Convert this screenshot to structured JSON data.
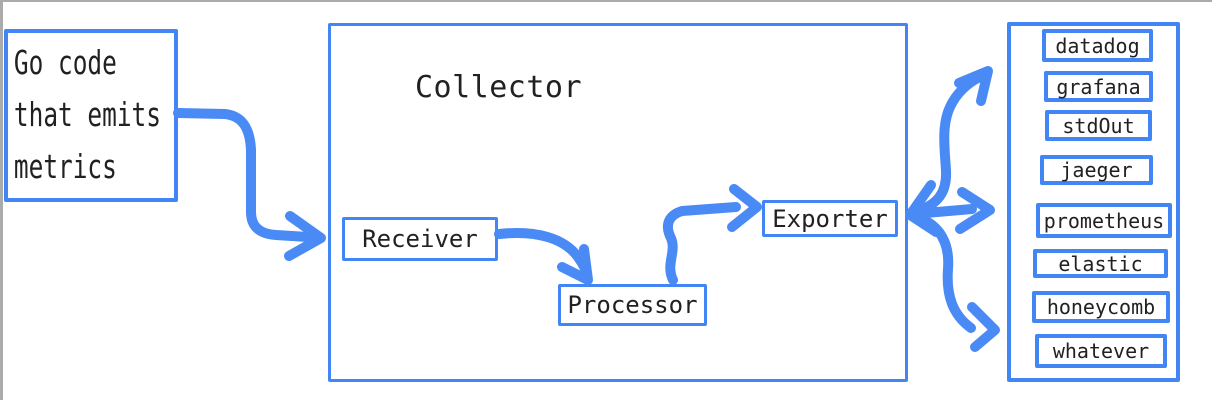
{
  "colors": {
    "accent_blue": "#4285f4",
    "arrow_blue": "#4a8af5",
    "edge_gray": "#ababab",
    "text": "#212121",
    "background": "#ffffff"
  },
  "source_box": {
    "lines": [
      "Go code",
      "that emits",
      "metrics"
    ]
  },
  "collector": {
    "title": "Collector",
    "stages": [
      {
        "label": "Receiver"
      },
      {
        "label": "Processor"
      },
      {
        "label": "Exporter"
      }
    ]
  },
  "destinations": {
    "items": [
      "datadog",
      "grafana",
      "stdOut",
      "jaeger",
      "prometheus",
      "elastic",
      "honeycomb",
      "whatever"
    ]
  },
  "arrows": [
    {
      "name": "source-to-receiver-arrow"
    },
    {
      "name": "receiver-to-processor-arrow"
    },
    {
      "name": "processor-to-exporter-arrow"
    },
    {
      "name": "exporter-fanout-arrow"
    }
  ]
}
